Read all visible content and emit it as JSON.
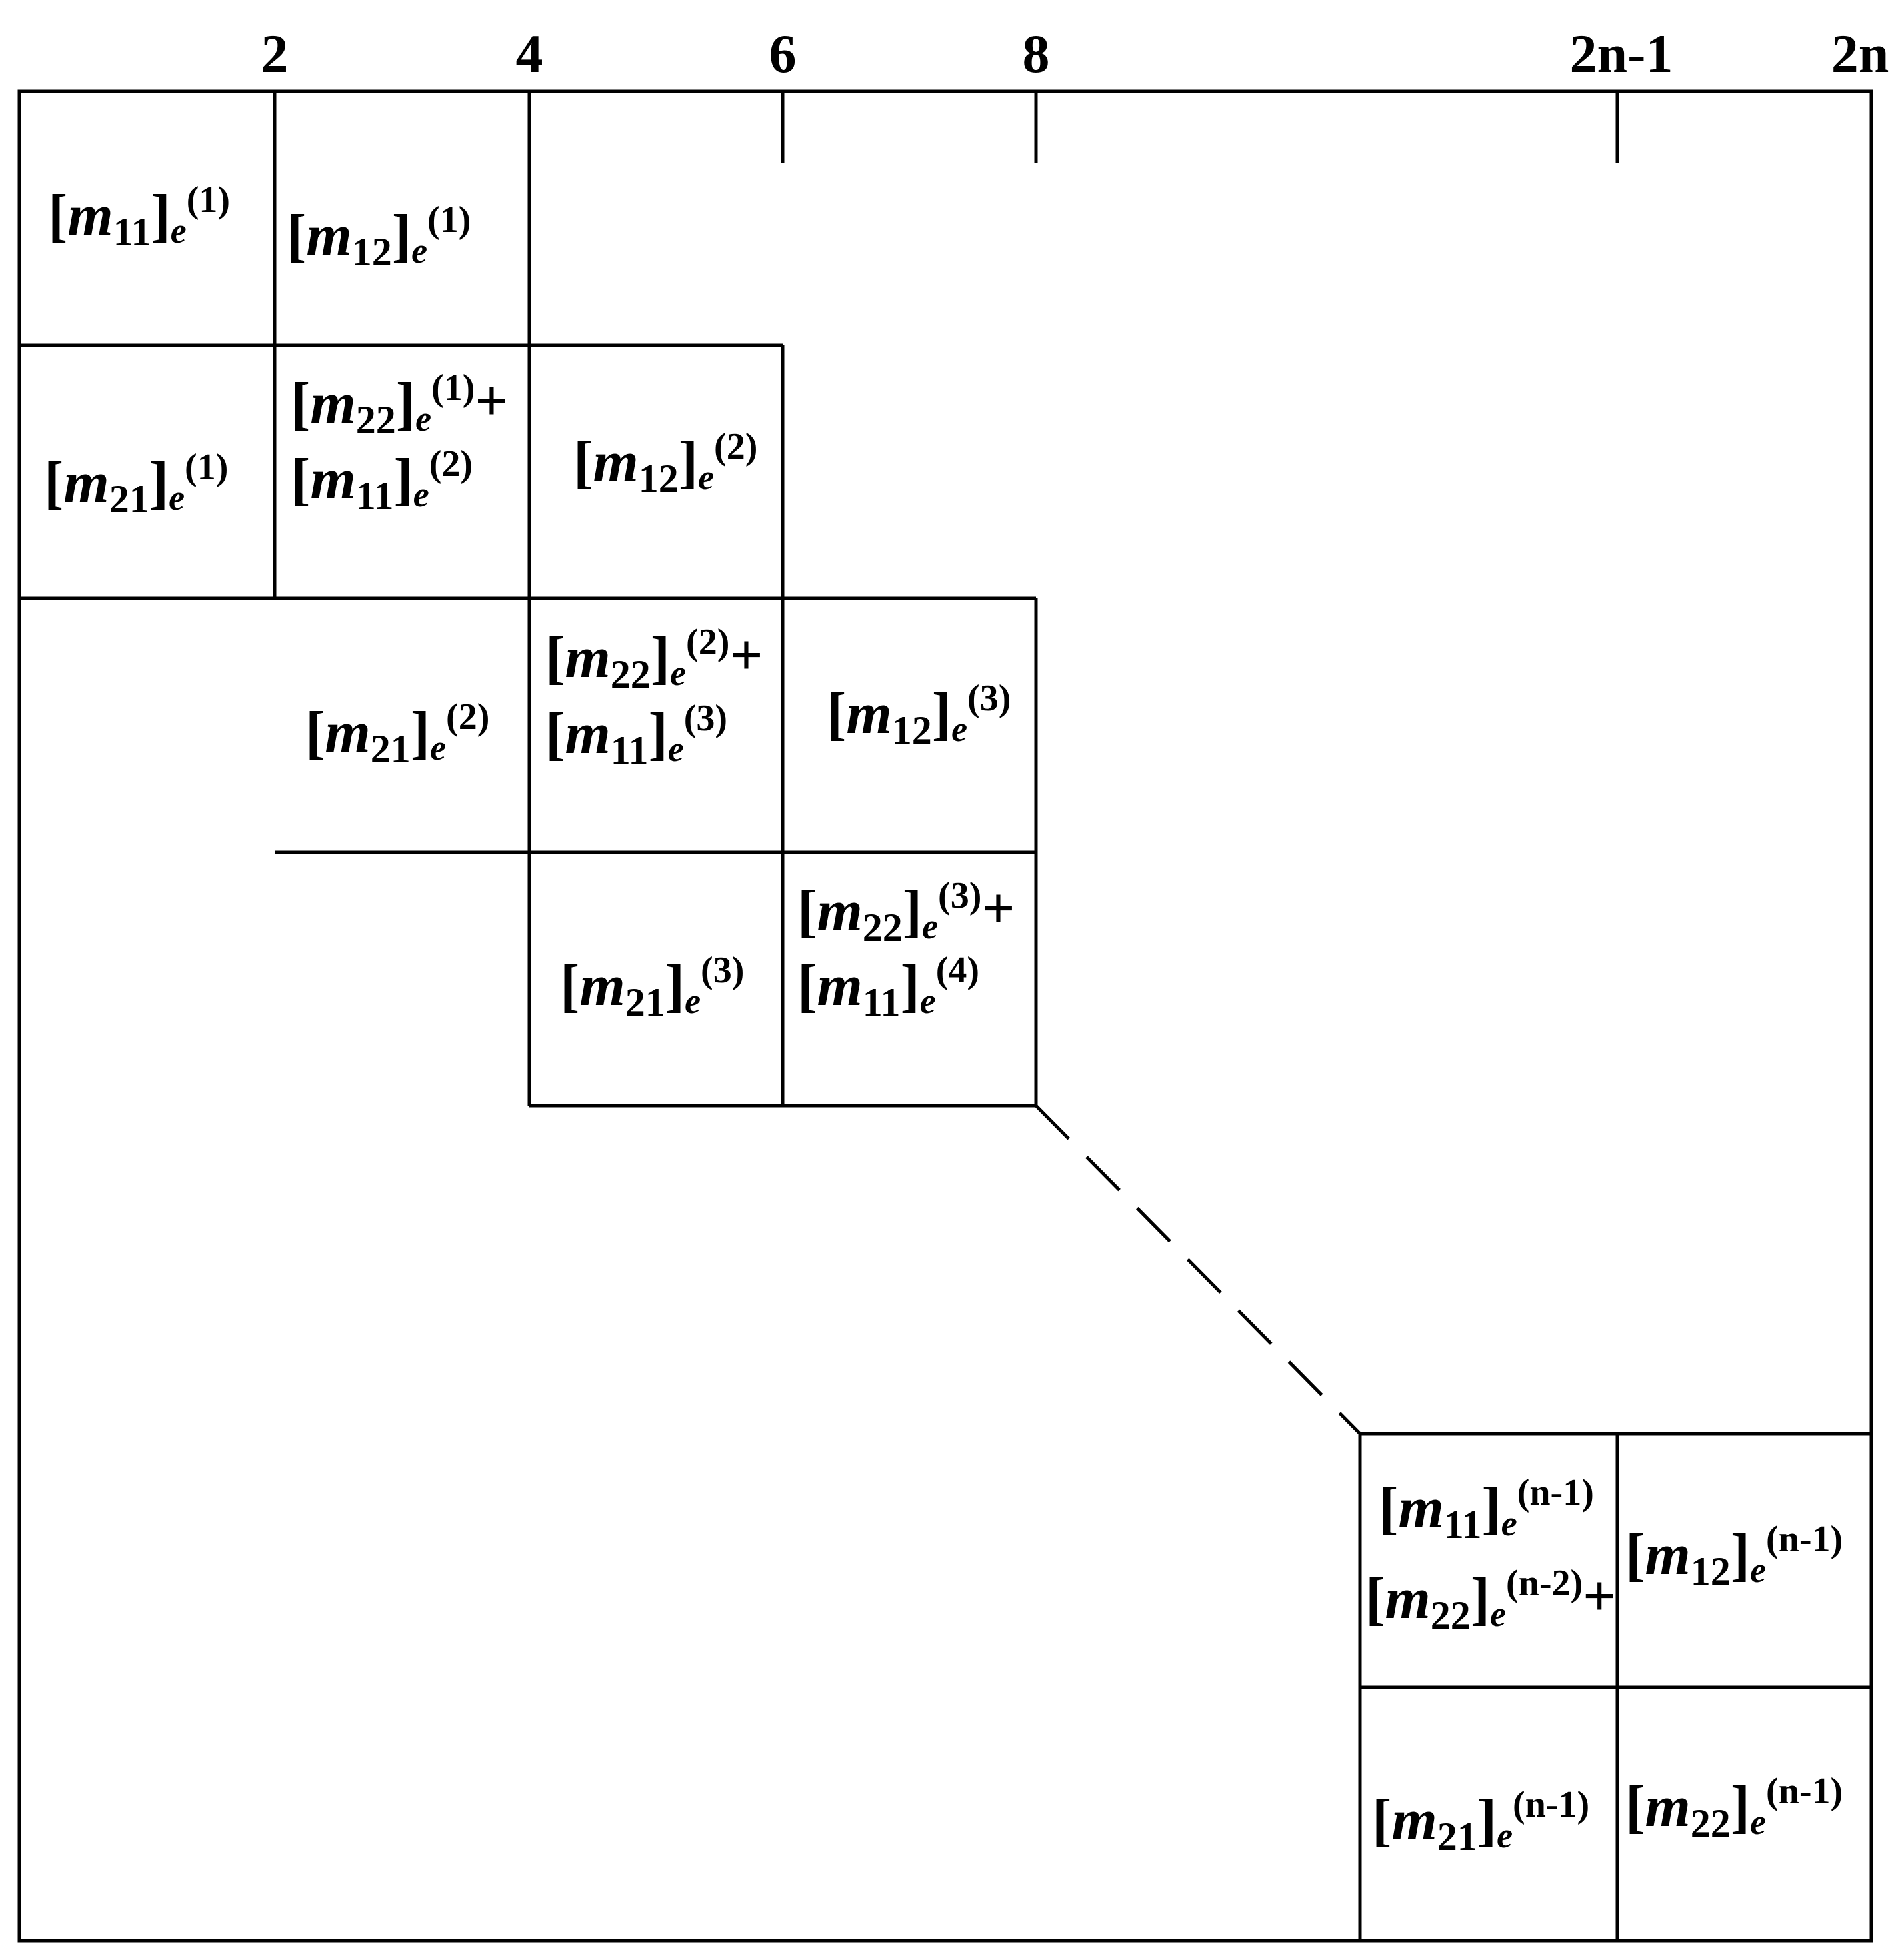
{
  "axis": {
    "tick_labels": [
      "2",
      "4",
      "6",
      "8",
      "2n-1",
      "2n"
    ]
  },
  "cells": {
    "r1c1": [
      {
        "base": "m",
        "sub": "11",
        "sup": "(1)",
        "plus": false
      }
    ],
    "r1c2": [
      {
        "base": "m",
        "sub": "12",
        "sup": "(1)",
        "plus": false
      }
    ],
    "r2c1": [
      {
        "base": "m",
        "sub": "21",
        "sup": "(1)",
        "plus": false
      }
    ],
    "r2c2": [
      {
        "base": "m",
        "sub": "22",
        "sup": "(1)",
        "plus": true
      },
      {
        "base": "m",
        "sub": "11",
        "sup": "(2)",
        "plus": false
      }
    ],
    "r2c3": [
      {
        "base": "m",
        "sub": "12",
        "sup": "(2)",
        "plus": false
      }
    ],
    "r3c2": [
      {
        "base": "m",
        "sub": "21",
        "sup": "(2)",
        "plus": false
      }
    ],
    "r3c3": [
      {
        "base": "m",
        "sub": "22",
        "sup": "(2)",
        "plus": true
      },
      {
        "base": "m",
        "sub": "11",
        "sup": "(3)",
        "plus": false
      }
    ],
    "r3c4": [
      {
        "base": "m",
        "sub": "12",
        "sup": "(3)",
        "plus": false
      }
    ],
    "r4c3": [
      {
        "base": "m",
        "sub": "21",
        "sup": "(3)",
        "plus": false
      }
    ],
    "r4c4": [
      {
        "base": "m",
        "sub": "22",
        "sup": "(3)",
        "plus": true
      },
      {
        "base": "m",
        "sub": "11",
        "sup": "(4)",
        "plus": false
      }
    ],
    "rNc1": [
      {
        "base": "m",
        "sub": "11",
        "sup": "(n-1)",
        "plus": false
      },
      {
        "base": "m",
        "sub": "22",
        "sup": "(n-2)",
        "plus": true
      }
    ],
    "rNc2": [
      {
        "base": "m",
        "sub": "12",
        "sup": "(n-1)",
        "plus": false
      }
    ],
    "rN2c1": [
      {
        "base": "m",
        "sub": "21",
        "sup": "(n-1)",
        "plus": false
      }
    ],
    "rN2c2": [
      {
        "base": "m",
        "sub": "22",
        "sup": "(n-1)",
        "plus": false
      }
    ]
  },
  "element_letter": "e"
}
